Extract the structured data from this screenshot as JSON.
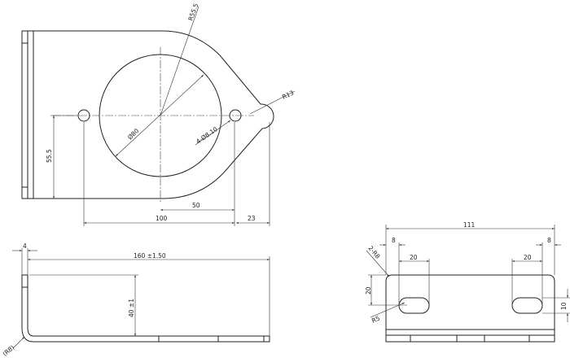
{
  "front_view": {
    "r_outer": "R55.5",
    "dia_center": "Ø80",
    "holes": "4-Ø8.10",
    "r_tip": "R13",
    "height_to_center": "55.5",
    "dist_50": "50",
    "dist_100": "100",
    "dist_23": "23"
  },
  "side_view": {
    "thickness": "4",
    "length": "160 ±1.50",
    "height": "40 ±1",
    "bend_radius": "(R8)"
  },
  "bottom_view": {
    "width": "111",
    "left_offset": "8",
    "right_offset": "8",
    "left_slot": "20",
    "right_slot": "20",
    "corner_radius": "2-R8",
    "slot_height_pos": "20",
    "slot_width": "10",
    "slot_radius": "R5"
  }
}
